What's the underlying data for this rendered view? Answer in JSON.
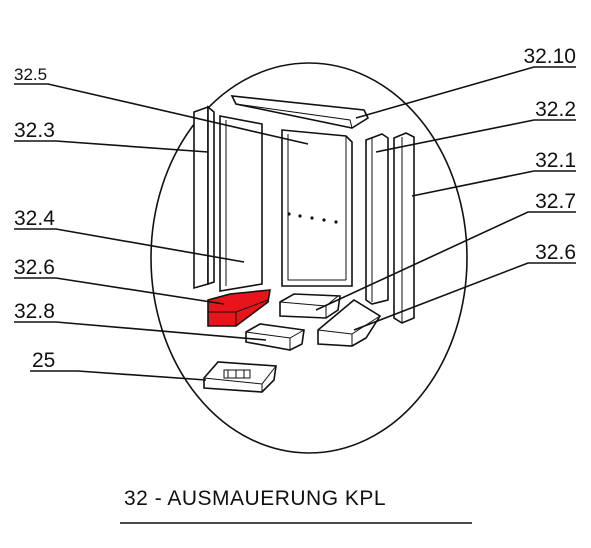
{
  "diagram": {
    "labels": {
      "p32_5": "32.5",
      "p32_3": "32.3",
      "p32_4": "32.4",
      "p32_6_left": "32.6",
      "p32_8": "32.8",
      "p25": "25",
      "p32_10": "32.10",
      "p32_2": "32.2",
      "p32_1": "32.1",
      "p32_7": "32.7",
      "p32_6_right": "32.6"
    },
    "caption": "32 - AUSMAUERUNG KPL",
    "colors": {
      "highlight": "#e8141c",
      "line": "#111111"
    }
  }
}
